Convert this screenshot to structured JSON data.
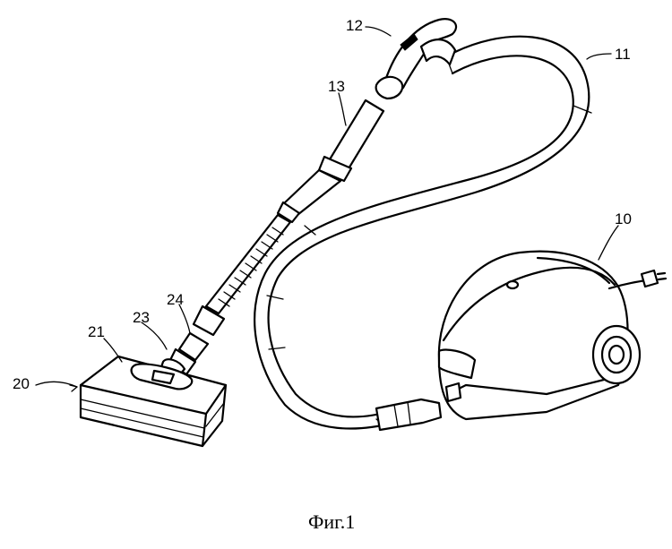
{
  "labels": {
    "l10": "10",
    "l11": "11",
    "l12": "12",
    "l13": "13",
    "l20": "20",
    "l21": "21",
    "l23": "23",
    "l24": "24"
  },
  "caption": "Фиг.1"
}
